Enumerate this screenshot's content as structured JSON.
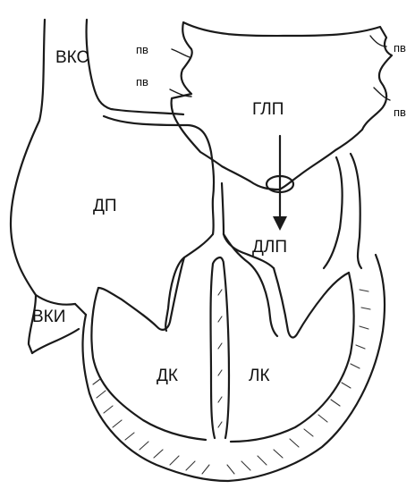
{
  "labels": {
    "vks": "ВКС",
    "vki": "ВКИ",
    "dp": "ДП",
    "glp": "ГЛП",
    "dlp": "ДЛП",
    "dk": "ДК",
    "lk": "ЛК",
    "pv_left_top": "пв",
    "pv_left_bottom": "пв",
    "pv_right_top": "пв",
    "pv_right_bottom": "пв"
  },
  "colors": {
    "line": "#1a1a1a",
    "background": "#ffffff"
  }
}
